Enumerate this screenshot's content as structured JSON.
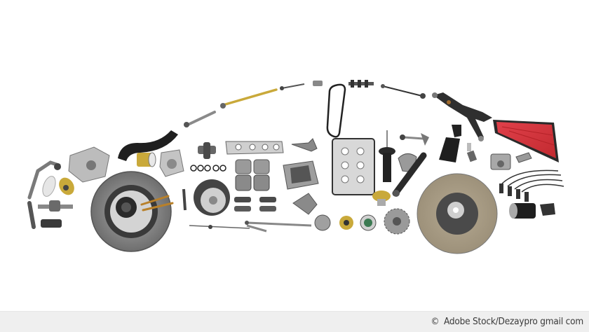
{
  "image": {
    "description": "Automotive spare parts arranged in the silhouette of a car",
    "parts": [
      "tie rod end",
      "water pump",
      "fuel filter",
      "radiator hose",
      "clutch pressure plate",
      "clutch release bearing",
      "universal joint",
      "circlips",
      "exhaust manifold gasket",
      "pistons",
      "brake pads",
      "transmission filter",
      "wiper linkage",
      "steering tie rod",
      "timing belt",
      "stabilizer link",
      "control arm",
      "head gasket set",
      "shock absorber",
      "strut",
      "thermostat",
      "tensioner pulley",
      "camshaft gear",
      "clutch disc",
      "shock boot",
      "spark plug",
      "air filter",
      "piston",
      "ignition wires",
      "bushing"
    ],
    "colors": {
      "metal": "#9a9a9a",
      "dark": "#2b2b2b",
      "brass": "#c9a93a",
      "air_filter_red": "#d8343a",
      "clutch_disc": "#a89c84"
    }
  },
  "caption": {
    "copyright_symbol": "©",
    "text": "Adobe Stock/Dezaypro gmail com"
  }
}
